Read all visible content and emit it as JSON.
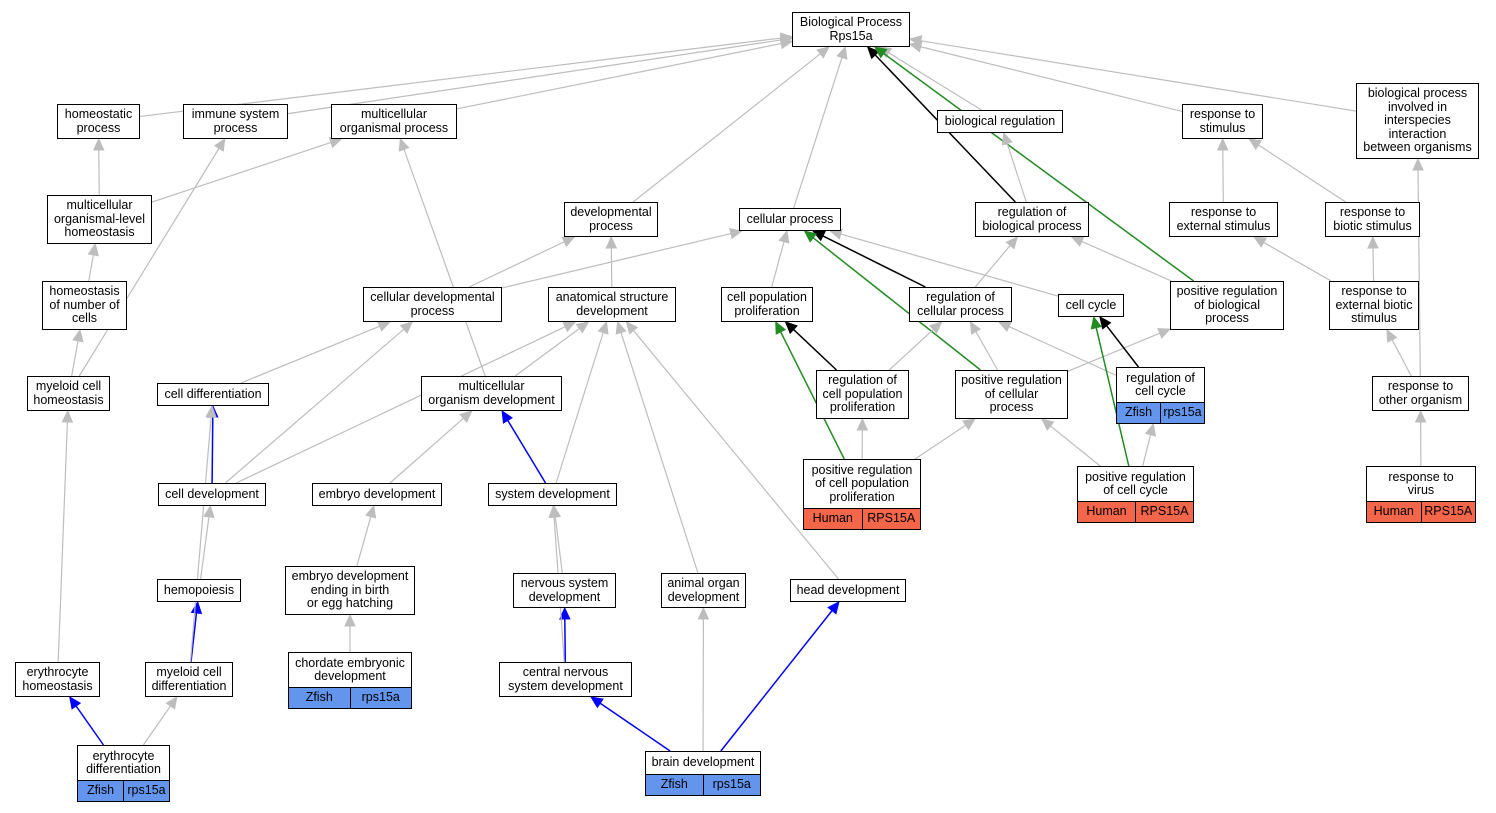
{
  "colors": {
    "grey_edge": "#bdbdbd",
    "black_edge": "#000000",
    "green_edge": "#228b22",
    "blue_edge": "#0000ff",
    "zfish_tag": "#6495ed",
    "human_tag": "#f4664a"
  },
  "nodes": {
    "root": {
      "label": "Biological Process\nRps15a"
    },
    "homeostatic": {
      "label": "homeostatic\nprocess"
    },
    "immune": {
      "label": "immune system\nprocess"
    },
    "multicellular": {
      "label": "multicellular\norganismal process"
    },
    "bioreg": {
      "label": "biological regulation"
    },
    "response_stimulus": {
      "label": "response to\nstimulus"
    },
    "interspecies": {
      "label": "biological process\ninvolved in\ninterspecies\ninteraction\nbetween organisms"
    },
    "mc_homeostasis": {
      "label": "multicellular\norganismal-level\nhomeostasis"
    },
    "dev_process": {
      "label": "developmental\nprocess"
    },
    "cellular_process": {
      "label": "cellular process"
    },
    "reg_bio": {
      "label": "regulation of\nbiological process"
    },
    "resp_external": {
      "label": "response to\nexternal stimulus"
    },
    "resp_biotic": {
      "label": "response to\nbiotic stimulus"
    },
    "homeo_number": {
      "label": "homeostasis\nof number of\ncells"
    },
    "cell_dev_process": {
      "label": "cellular developmental\nprocess"
    },
    "anat_dev": {
      "label": "anatomical structure\ndevelopment"
    },
    "cell_prolif": {
      "label": "cell population\nproliferation"
    },
    "reg_cellular": {
      "label": "regulation of\ncellular process"
    },
    "cell_cycle": {
      "label": "cell cycle"
    },
    "pos_reg_bio": {
      "label": "positive regulation\nof biological\nprocess"
    },
    "resp_ext_biotic": {
      "label": "response to\nexternal biotic\nstimulus"
    },
    "myeloid_homeo": {
      "label": "myeloid cell\nhomeostasis"
    },
    "cell_diff": {
      "label": "cell differentiation"
    },
    "mc_org_dev": {
      "label": "multicellular\norganism development"
    },
    "reg_prolif": {
      "label": "regulation of\ncell population\nproliferation"
    },
    "pos_reg_cellular": {
      "label": "positive regulation\nof cellular\nprocess"
    },
    "reg_cell_cycle": {
      "label": "regulation of\ncell cycle",
      "tags": [
        "Zfish",
        "rps15a"
      ]
    },
    "resp_other": {
      "label": "response to\nother organism"
    },
    "cell_development": {
      "label": "cell development"
    },
    "embryo_dev": {
      "label": "embryo development"
    },
    "system_dev": {
      "label": "system development"
    },
    "pos_reg_prolif": {
      "label": "positive regulation\nof cell population\nproliferation",
      "tags": [
        "Human",
        "RPS15A"
      ]
    },
    "pos_reg_cycle": {
      "label": "positive regulation\nof cell cycle",
      "tags": [
        "Human",
        "RPS15A"
      ]
    },
    "resp_virus": {
      "label": "response to\nvirus",
      "tags": [
        "Human",
        "RPS15A"
      ]
    },
    "hemopoiesis": {
      "label": "hemopoiesis"
    },
    "embryo_birth": {
      "label": "embryo development\nending in birth\nor egg hatching"
    },
    "nervous_dev": {
      "label": "nervous system\ndevelopment"
    },
    "animal_organ": {
      "label": "animal organ\ndevelopment"
    },
    "head_dev": {
      "label": "head development"
    },
    "erythro_homeo": {
      "label": "erythrocyte\nhomeostasis"
    },
    "myeloid_diff": {
      "label": "myeloid cell\ndifferentiation"
    },
    "chordate": {
      "label": "chordate embryonic\ndevelopment",
      "tags": [
        "Zfish",
        "rps15a"
      ]
    },
    "cns_dev": {
      "label": "central nervous\nsystem development"
    },
    "erythro_diff": {
      "label": "erythrocyte\ndifferentiation",
      "tags": [
        "Zfish",
        "rps15a"
      ]
    },
    "brain_dev": {
      "label": "brain development",
      "tags": [
        "Zfish",
        "rps15a"
      ]
    }
  },
  "edges": [
    {
      "from": "homeostatic",
      "to": "root",
      "kind": "grey"
    },
    {
      "from": "immune",
      "to": "root",
      "kind": "grey"
    },
    {
      "from": "multicellular",
      "to": "root",
      "kind": "grey"
    },
    {
      "from": "dev_process",
      "to": "root",
      "kind": "grey"
    },
    {
      "from": "cellular_process",
      "to": "root",
      "kind": "grey"
    },
    {
      "from": "bioreg",
      "to": "root",
      "kind": "grey"
    },
    {
      "from": "response_stimulus",
      "to": "root",
      "kind": "grey"
    },
    {
      "from": "interspecies",
      "to": "root",
      "kind": "grey"
    },
    {
      "from": "reg_bio",
      "to": "root",
      "kind": "black"
    },
    {
      "from": "pos_reg_bio",
      "to": "root",
      "kind": "green"
    },
    {
      "from": "mc_homeostasis",
      "to": "homeostatic",
      "kind": "grey"
    },
    {
      "from": "mc_homeostasis",
      "to": "multicellular",
      "kind": "grey"
    },
    {
      "from": "homeo_number",
      "to": "mc_homeostasis",
      "kind": "grey"
    },
    {
      "from": "myeloid_homeo",
      "to": "homeo_number",
      "kind": "grey"
    },
    {
      "from": "myeloid_homeo",
      "to": "immune",
      "kind": "grey"
    },
    {
      "from": "erythro_homeo",
      "to": "myeloid_homeo",
      "kind": "grey"
    },
    {
      "from": "reg_bio",
      "to": "bioreg",
      "kind": "grey"
    },
    {
      "from": "resp_external",
      "to": "response_stimulus",
      "kind": "grey"
    },
    {
      "from": "resp_biotic",
      "to": "response_stimulus",
      "kind": "grey"
    },
    {
      "from": "resp_ext_biotic",
      "to": "resp_external",
      "kind": "grey"
    },
    {
      "from": "resp_ext_biotic",
      "to": "resp_biotic",
      "kind": "grey"
    },
    {
      "from": "resp_other",
      "to": "resp_ext_biotic",
      "kind": "grey"
    },
    {
      "from": "resp_other",
      "to": "interspecies",
      "kind": "grey"
    },
    {
      "from": "resp_virus",
      "to": "resp_other",
      "kind": "grey"
    },
    {
      "from": "cell_dev_process",
      "to": "dev_process",
      "kind": "grey"
    },
    {
      "from": "cell_dev_process",
      "to": "cellular_process",
      "kind": "grey"
    },
    {
      "from": "anat_dev",
      "to": "dev_process",
      "kind": "grey"
    },
    {
      "from": "cell_prolif",
      "to": "cellular_process",
      "kind": "grey"
    },
    {
      "from": "reg_cellular",
      "to": "cellular_process",
      "kind": "black"
    },
    {
      "from": "cell_cycle",
      "to": "cellular_process",
      "kind": "grey"
    },
    {
      "from": "pos_reg_cellular",
      "to": "cellular_process",
      "kind": "green"
    },
    {
      "from": "reg_cellular",
      "to": "reg_bio",
      "kind": "grey"
    },
    {
      "from": "pos_reg_bio",
      "to": "reg_bio",
      "kind": "grey"
    },
    {
      "from": "cell_diff",
      "to": "cell_dev_process",
      "kind": "grey"
    },
    {
      "from": "cell_development",
      "to": "cell_dev_process",
      "kind": "grey"
    },
    {
      "from": "cell_development",
      "to": "anat_dev",
      "kind": "grey"
    },
    {
      "from": "cell_development",
      "to": "cell_diff",
      "kind": "blue"
    },
    {
      "from": "mc_org_dev",
      "to": "anat_dev",
      "kind": "grey"
    },
    {
      "from": "mc_org_dev",
      "to": "multicellular",
      "kind": "grey"
    },
    {
      "from": "system_dev",
      "to": "anat_dev",
      "kind": "grey"
    },
    {
      "from": "system_dev",
      "to": "mc_org_dev",
      "kind": "blue"
    },
    {
      "from": "animal_organ",
      "to": "anat_dev",
      "kind": "grey"
    },
    {
      "from": "head_dev",
      "to": "anat_dev",
      "kind": "grey"
    },
    {
      "from": "embryo_dev",
      "to": "mc_org_dev",
      "kind": "grey"
    },
    {
      "from": "embryo_birth",
      "to": "embryo_dev",
      "kind": "grey"
    },
    {
      "from": "chordate",
      "to": "embryo_birth",
      "kind": "grey"
    },
    {
      "from": "reg_prolif",
      "to": "cell_prolif",
      "kind": "black"
    },
    {
      "from": "reg_prolif",
      "to": "reg_cellular",
      "kind": "grey"
    },
    {
      "from": "pos_reg_cellular",
      "to": "reg_cellular",
      "kind": "grey"
    },
    {
      "from": "pos_reg_cellular",
      "to": "pos_reg_bio",
      "kind": "grey"
    },
    {
      "from": "reg_cell_cycle",
      "to": "reg_cellular",
      "kind": "grey"
    },
    {
      "from": "reg_cell_cycle",
      "to": "cell_cycle",
      "kind": "black"
    },
    {
      "from": "pos_reg_prolif",
      "to": "reg_prolif",
      "kind": "grey"
    },
    {
      "from": "pos_reg_prolif",
      "to": "cell_prolif",
      "kind": "green"
    },
    {
      "from": "pos_reg_prolif",
      "to": "pos_reg_cellular",
      "kind": "grey"
    },
    {
      "from": "pos_reg_cycle",
      "to": "reg_cell_cycle",
      "kind": "grey"
    },
    {
      "from": "pos_reg_cycle",
      "to": "pos_reg_cellular",
      "kind": "grey"
    },
    {
      "from": "pos_reg_cycle",
      "to": "cell_cycle",
      "kind": "green"
    },
    {
      "from": "hemopoiesis",
      "to": "cell_development",
      "kind": "grey"
    },
    {
      "from": "myeloid_diff",
      "to": "hemopoiesis",
      "kind": "blue"
    },
    {
      "from": "myeloid_diff",
      "to": "cell_diff",
      "kind": "grey"
    },
    {
      "from": "erythro_diff",
      "to": "erythro_homeo",
      "kind": "blue"
    },
    {
      "from": "erythro_diff",
      "to": "myeloid_diff",
      "kind": "grey"
    },
    {
      "from": "nervous_dev",
      "to": "system_dev",
      "kind": "grey"
    },
    {
      "from": "cns_dev",
      "to": "nervous_dev",
      "kind": "blue"
    },
    {
      "from": "cns_dev",
      "to": "system_dev",
      "kind": "grey"
    },
    {
      "from": "brain_dev",
      "to": "cns_dev",
      "kind": "blue"
    },
    {
      "from": "brain_dev",
      "to": "head_dev",
      "kind": "blue"
    },
    {
      "from": "brain_dev",
      "to": "animal_organ",
      "kind": "grey"
    }
  ]
}
